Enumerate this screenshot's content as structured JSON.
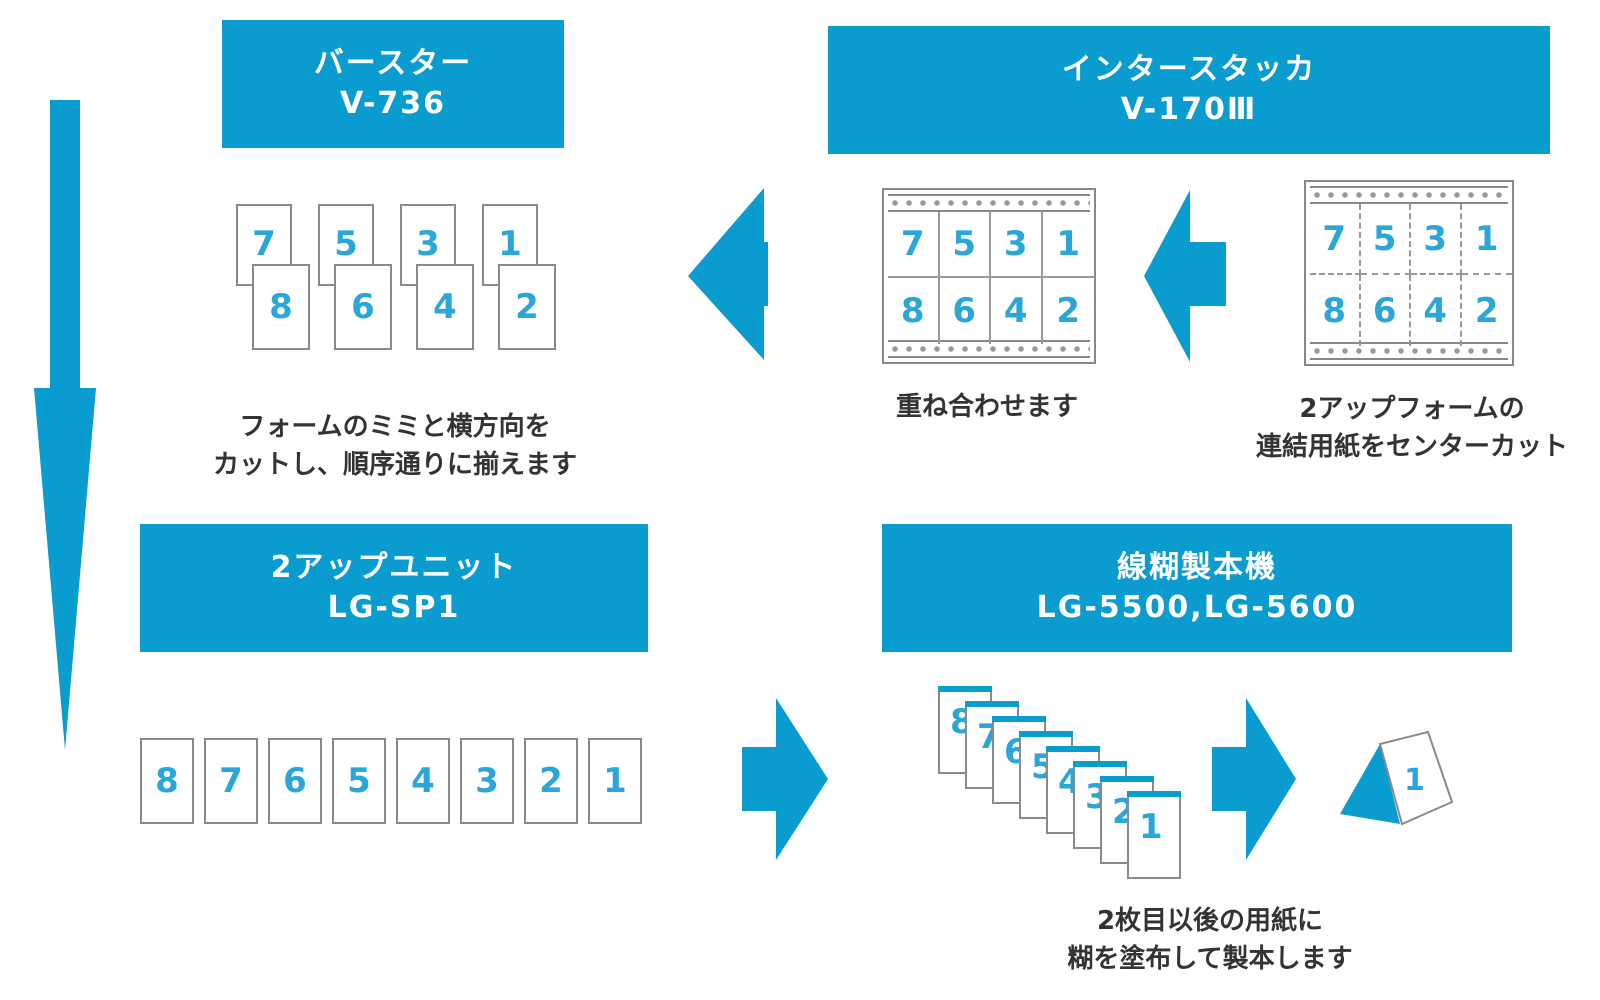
{
  "boxes": {
    "burster": {
      "line1": "バースター",
      "line2": "V-736"
    },
    "interstacker": {
      "line1": "インタースタッカ",
      "line2": "V-170Ⅲ"
    },
    "twoup": {
      "line1": "2アップユニット",
      "line2": "LG-SP1"
    },
    "binder": {
      "line1": "線糊製本機",
      "line2": "LG-5500,LG-5600"
    }
  },
  "captions": {
    "burster": {
      "line1": "フォームのミミと横方向を",
      "line2": "カットし、順序通りに揃えます"
    },
    "stack": {
      "line1": "重ね合わせます"
    },
    "center_cut": {
      "line1": "2アップフォームの",
      "line2": "連結用紙をセンターカット"
    },
    "binder": {
      "line1": "2枚目以後の用紙に",
      "line2": "糊を塗布して製本します"
    }
  },
  "burster_pages": {
    "top": [
      "7",
      "5",
      "3",
      "1"
    ],
    "bottom": [
      "8",
      "6",
      "4",
      "2"
    ]
  },
  "stacked_sheet": {
    "top": [
      "7",
      "5",
      "3",
      "1"
    ],
    "bottom": [
      "8",
      "6",
      "4",
      "2"
    ]
  },
  "twoup_sheet": {
    "top": [
      "7",
      "5",
      "3",
      "1"
    ],
    "bottom": [
      "8",
      "6",
      "4",
      "2"
    ]
  },
  "row_pages": [
    "8",
    "7",
    "6",
    "5",
    "4",
    "3",
    "2",
    "1"
  ],
  "bound_pages": [
    "8",
    "7",
    "6",
    "5",
    "4",
    "3",
    "2",
    "1"
  ],
  "finished_book": "1",
  "colors": {
    "accent": "#0b9ccf",
    "page_number": "#2aa7d8"
  }
}
